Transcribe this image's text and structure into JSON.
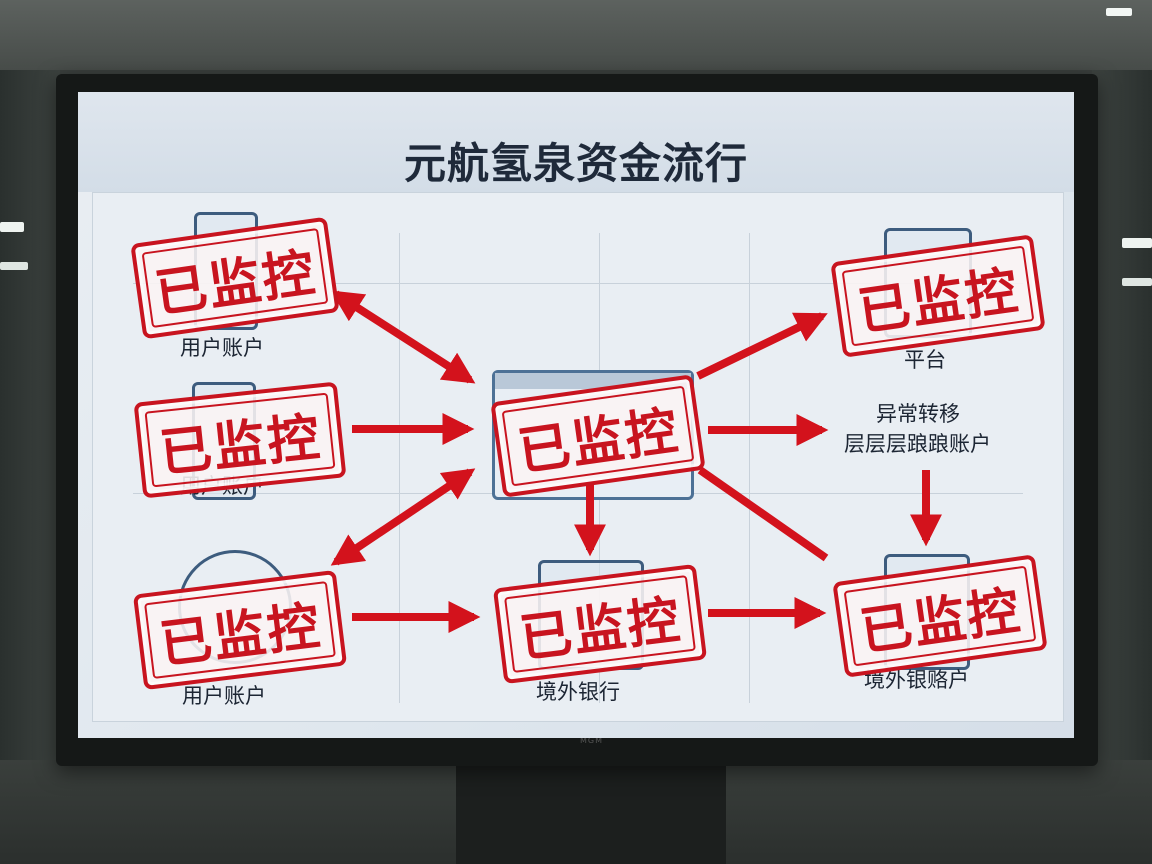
{
  "title": "元航氢泉资金流行",
  "stamp_text": "已监控",
  "tv_brand": "MGM",
  "labels": {
    "user_account_top": "用户账户",
    "user_account_mid": "用户账户",
    "user_account_bottom": "用户账户",
    "platform": "平台",
    "anomaly_line1": "异常转移",
    "anomaly_line2": "层层层踉踉账户",
    "overseas_bank": "境外银行",
    "overseas_account": "境外银赂户"
  },
  "colors": {
    "stamp_red": "#c8141f",
    "arrow_red": "#d3121c",
    "screen_bg": "#e6ecf2",
    "title_text": "#1f2a3a"
  },
  "icons": [
    "phone-icon",
    "document-icon",
    "window-icon",
    "bank-icon",
    "pie-icon"
  ]
}
